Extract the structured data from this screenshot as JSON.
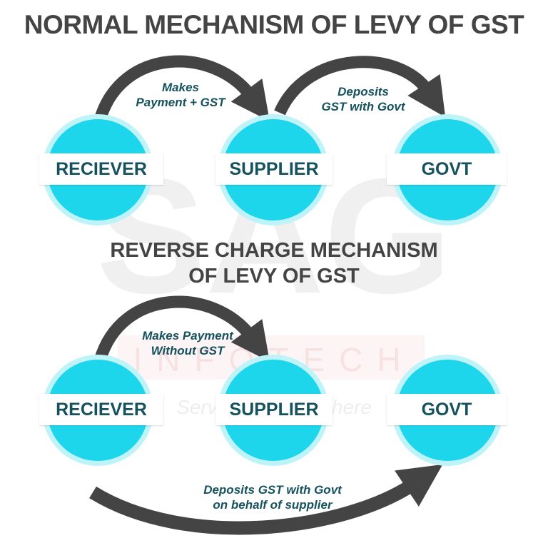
{
  "top": {
    "title": "NORMAL MECHANISM OF LEVY OF GST",
    "nodes": [
      "RECIEVER",
      "SUPPLIER",
      "GOVT"
    ],
    "arrow1_label": [
      "Makes",
      "Payment + GST"
    ],
    "arrow2_label": [
      "Deposits",
      "GST with Govt"
    ]
  },
  "bottom": {
    "title": [
      "REVERSE CHARGE MECHANISM",
      "OF LEVY OF GST"
    ],
    "nodes": [
      "RECIEVER",
      "SUPPLIER",
      "GOVT"
    ],
    "arrow1_label": [
      "Makes Payment",
      "Without GST"
    ],
    "arrow2_label": [
      "Deposits GST with Govt",
      "on behalf of supplier"
    ]
  },
  "watermark": {
    "logo_text": "SAG",
    "brand": "INFOTECH",
    "tagline": "Service is everywhere"
  },
  "colors": {
    "circle_fill": "#1ed6ec",
    "circle_ring": "#bff3fa",
    "text_dark": "#15525e",
    "arrow": "#444444",
    "title": "#444444"
  }
}
